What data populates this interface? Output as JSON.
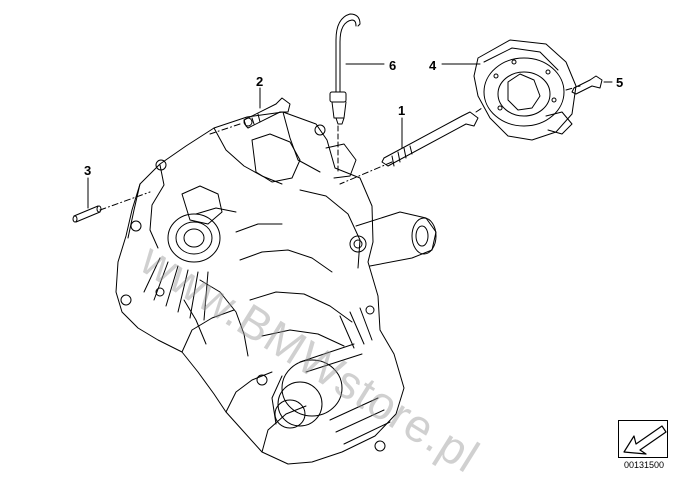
{
  "callouts": {
    "c1": "1",
    "c2": "2",
    "c3": "3",
    "c4": "4",
    "c5": "5",
    "c6": "6"
  },
  "watermark": "www.BMWstore.pl",
  "reference_number": "00131500",
  "colors": {
    "line": "#000000",
    "watermark": "#969696"
  },
  "icons": {
    "reference": "arrow-down-left-icon"
  }
}
